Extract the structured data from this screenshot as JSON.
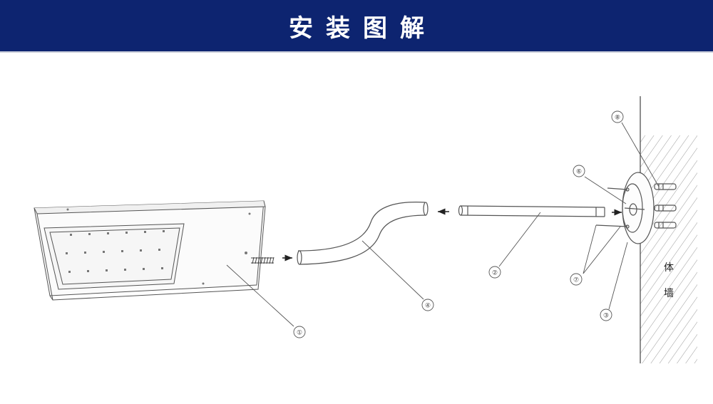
{
  "header": {
    "title": "安装图解"
  },
  "colors": {
    "title_bg": "#0d2470",
    "title_text": "#ffffff",
    "line": "#555555"
  },
  "callouts": {
    "c1": "①",
    "c2": "②",
    "c3": "③",
    "c4": "④",
    "c6": "⑥",
    "c7": "⑦",
    "c8": "⑧"
  },
  "wall": {
    "char1": "体",
    "char2": "墙"
  }
}
